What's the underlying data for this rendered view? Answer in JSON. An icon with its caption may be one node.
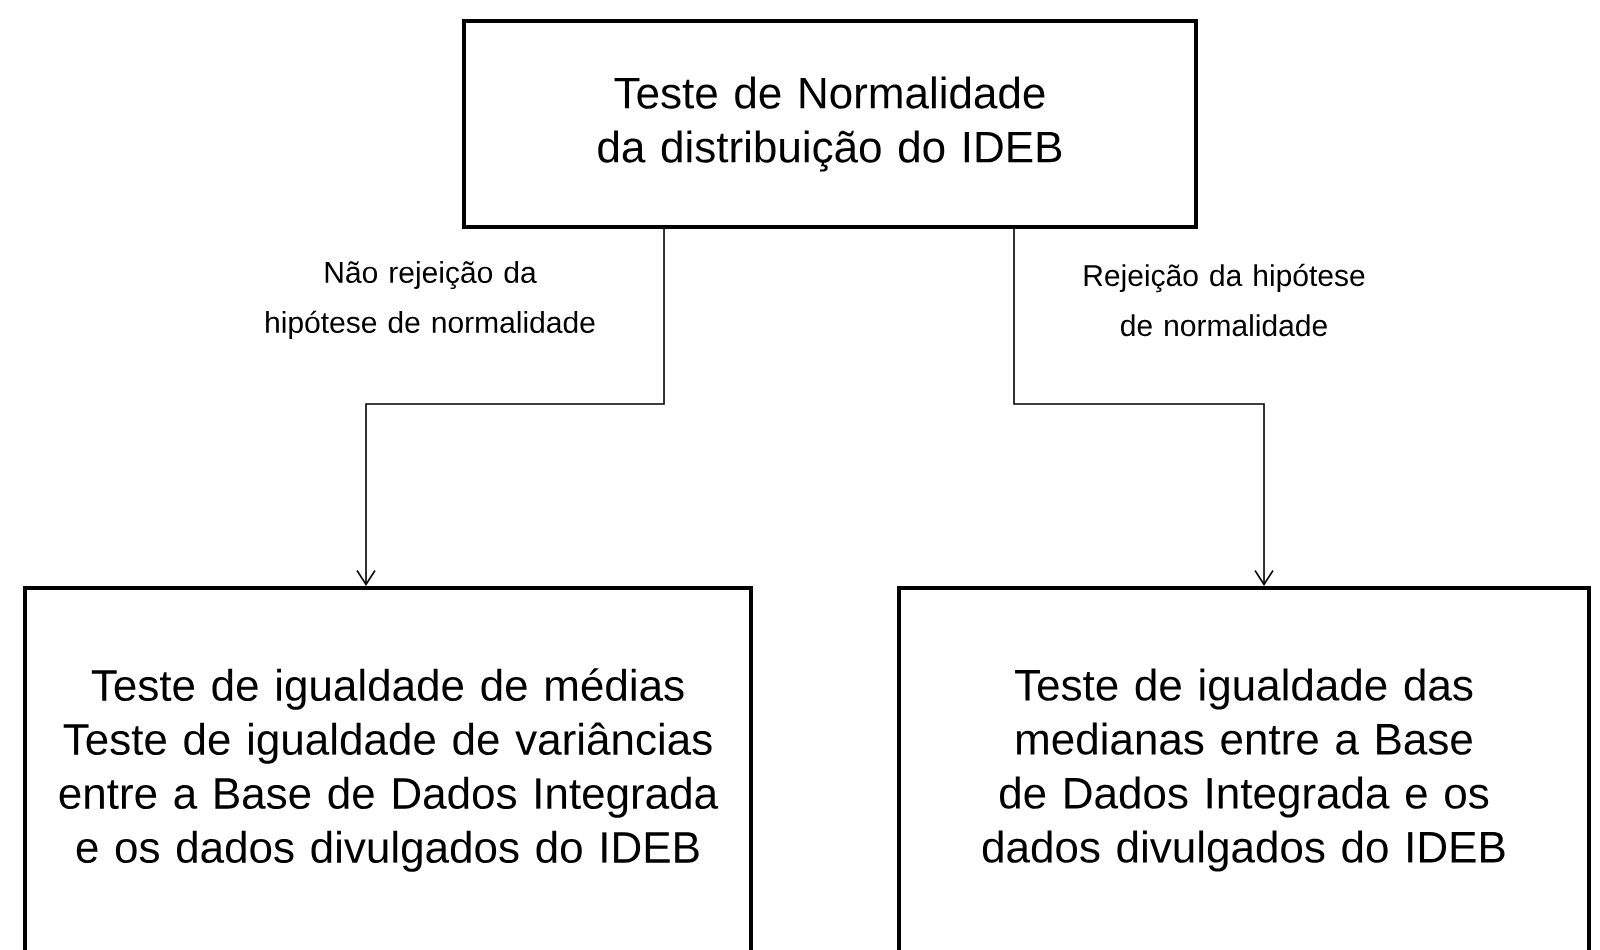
{
  "diagram": {
    "nodes": [
      {
        "text": [
          "Teste de Normalidade da distribuição do IDEB"
        ]
      },
      {
        "text": [
          "Teste de igualdade de médias Teste de igualdade de variâncias entre a Base de Dados Integrada e os dados divulgados do IDEB"
        ]
      },
      {
        "text": [
          "Teste de igualdade das medianas entre a Base de Dados Integrada e os dados divulgados do IDEB"
        ]
      }
    ],
    "edges": [
      {
        "from": 0,
        "to": 1,
        "arrow": "to",
        "label": "Não rejeição da hipótese de normalidade"
      },
      {
        "from": 0,
        "to": 2,
        "arrow": "to",
        "label": "Rejeição da hipótese de normalidade"
      }
    ]
  }
}
